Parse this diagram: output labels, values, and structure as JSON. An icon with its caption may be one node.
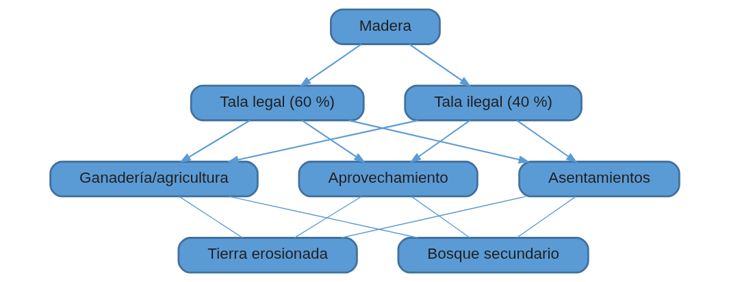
{
  "diagram": {
    "nodes": [
      {
        "text": [
          "Madera"
        ]
      },
      {
        "text": [
          "Tala legal (60 %)"
        ]
      },
      {
        "text": [
          "Tala ilegal (40 %)"
        ]
      },
      {
        "text": [
          "Ganadería/agricultura"
        ]
      },
      {
        "text": [
          "Aprovechamiento"
        ]
      },
      {
        "text": [
          "Asentamientos"
        ]
      },
      {
        "text": [
          "Tierra erosionada"
        ]
      },
      {
        "text": [
          "Bosque secundario"
        ]
      }
    ],
    "edges": [
      {
        "from": 0,
        "to": 1,
        "arrow": "to"
      },
      {
        "from": 0,
        "to": 2,
        "arrow": "to"
      },
      {
        "from": 1,
        "to": 3,
        "arrow": "to"
      },
      {
        "from": 1,
        "to": 4,
        "arrow": "to"
      },
      {
        "from": 1,
        "to": 5,
        "arrow": "to"
      },
      {
        "from": 2,
        "to": 3,
        "arrow": "to"
      },
      {
        "from": 2,
        "to": 4,
        "arrow": "to"
      },
      {
        "from": 2,
        "to": 5,
        "arrow": "to"
      },
      {
        "from": 3,
        "to": 6,
        "arrow": "none"
      },
      {
        "from": 3,
        "to": 7,
        "arrow": "none"
      },
      {
        "from": 4,
        "to": 6,
        "arrow": "none"
      },
      {
        "from": 4,
        "to": 7,
        "arrow": "none"
      },
      {
        "from": 5,
        "to": 6,
        "arrow": "none"
      },
      {
        "from": 5,
        "to": 7,
        "arrow": "none"
      }
    ]
  }
}
